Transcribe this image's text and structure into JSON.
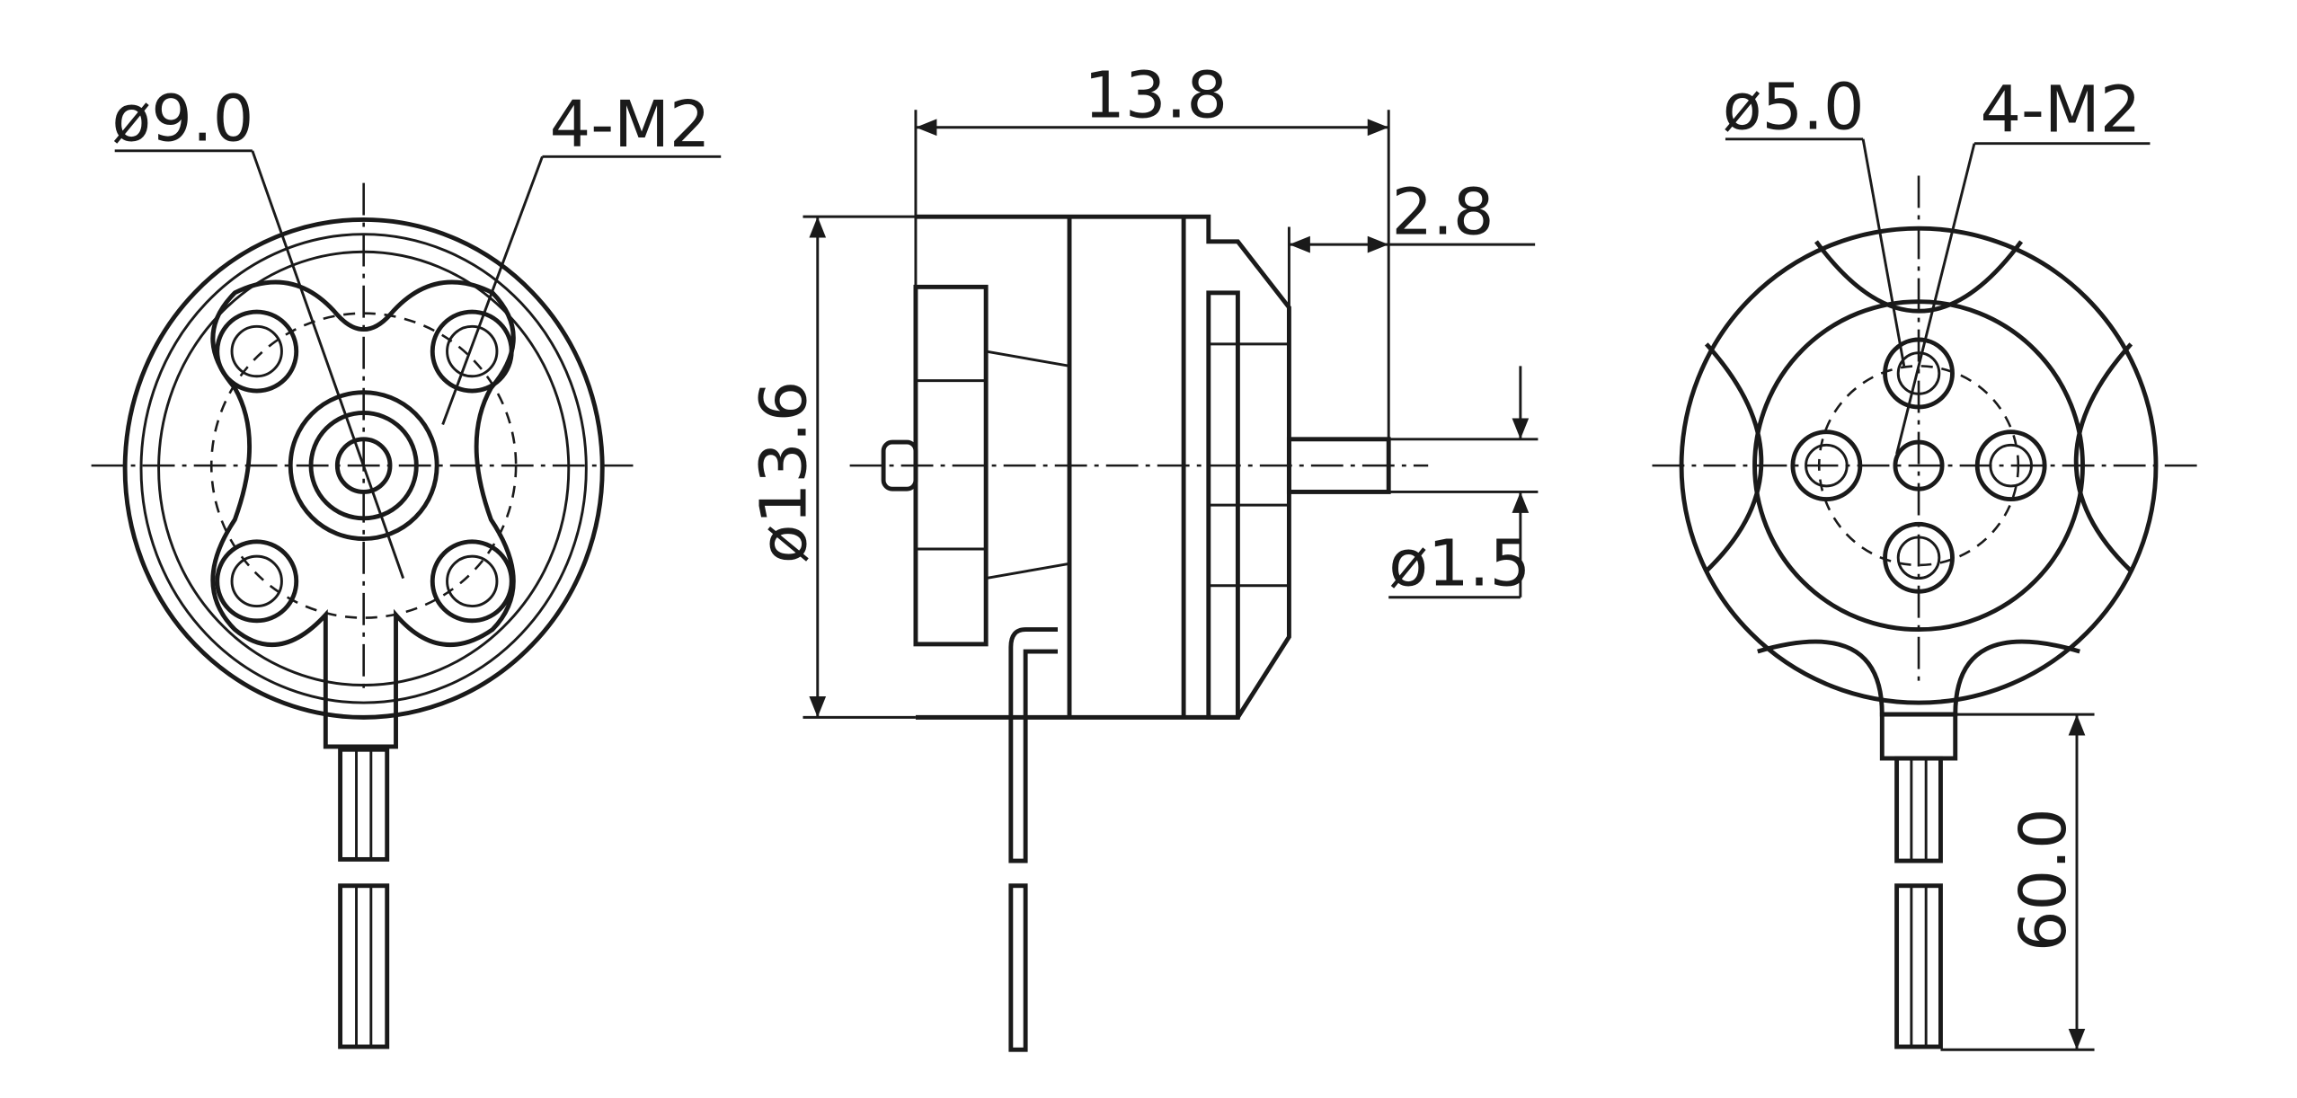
{
  "drawing": {
    "front_view": {
      "bolt_circle_label": "ø9.0",
      "thread_label": "4-M2"
    },
    "side_view": {
      "length_label": "13.8",
      "shaft_length_label": "2.8",
      "diameter_label": "ø13.6",
      "shaft_diameter_label": "ø1.5"
    },
    "rear_view": {
      "bolt_circle_label": "ø5.0",
      "thread_label": "4-M2",
      "lead_length_label": "60.0"
    }
  }
}
